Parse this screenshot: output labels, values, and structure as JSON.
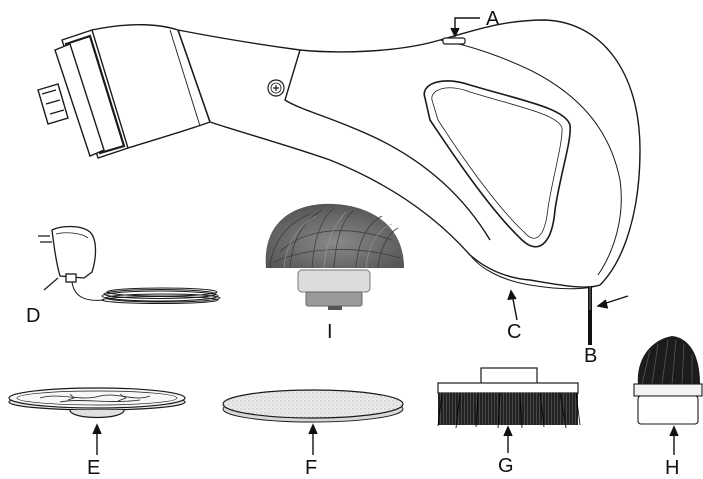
{
  "labels": {
    "a": "A",
    "b": "B",
    "c": "C",
    "d": "D",
    "e": "E",
    "f": "F",
    "g": "G",
    "h": "H",
    "i": "I"
  },
  "colors": {
    "outline": "#1a1a1a",
    "bristle_dark": "#222222",
    "bristle_gray": "#6a6a6a",
    "pad_fill": "#e6e6e6",
    "base_fill": "#f2f2f2"
  }
}
